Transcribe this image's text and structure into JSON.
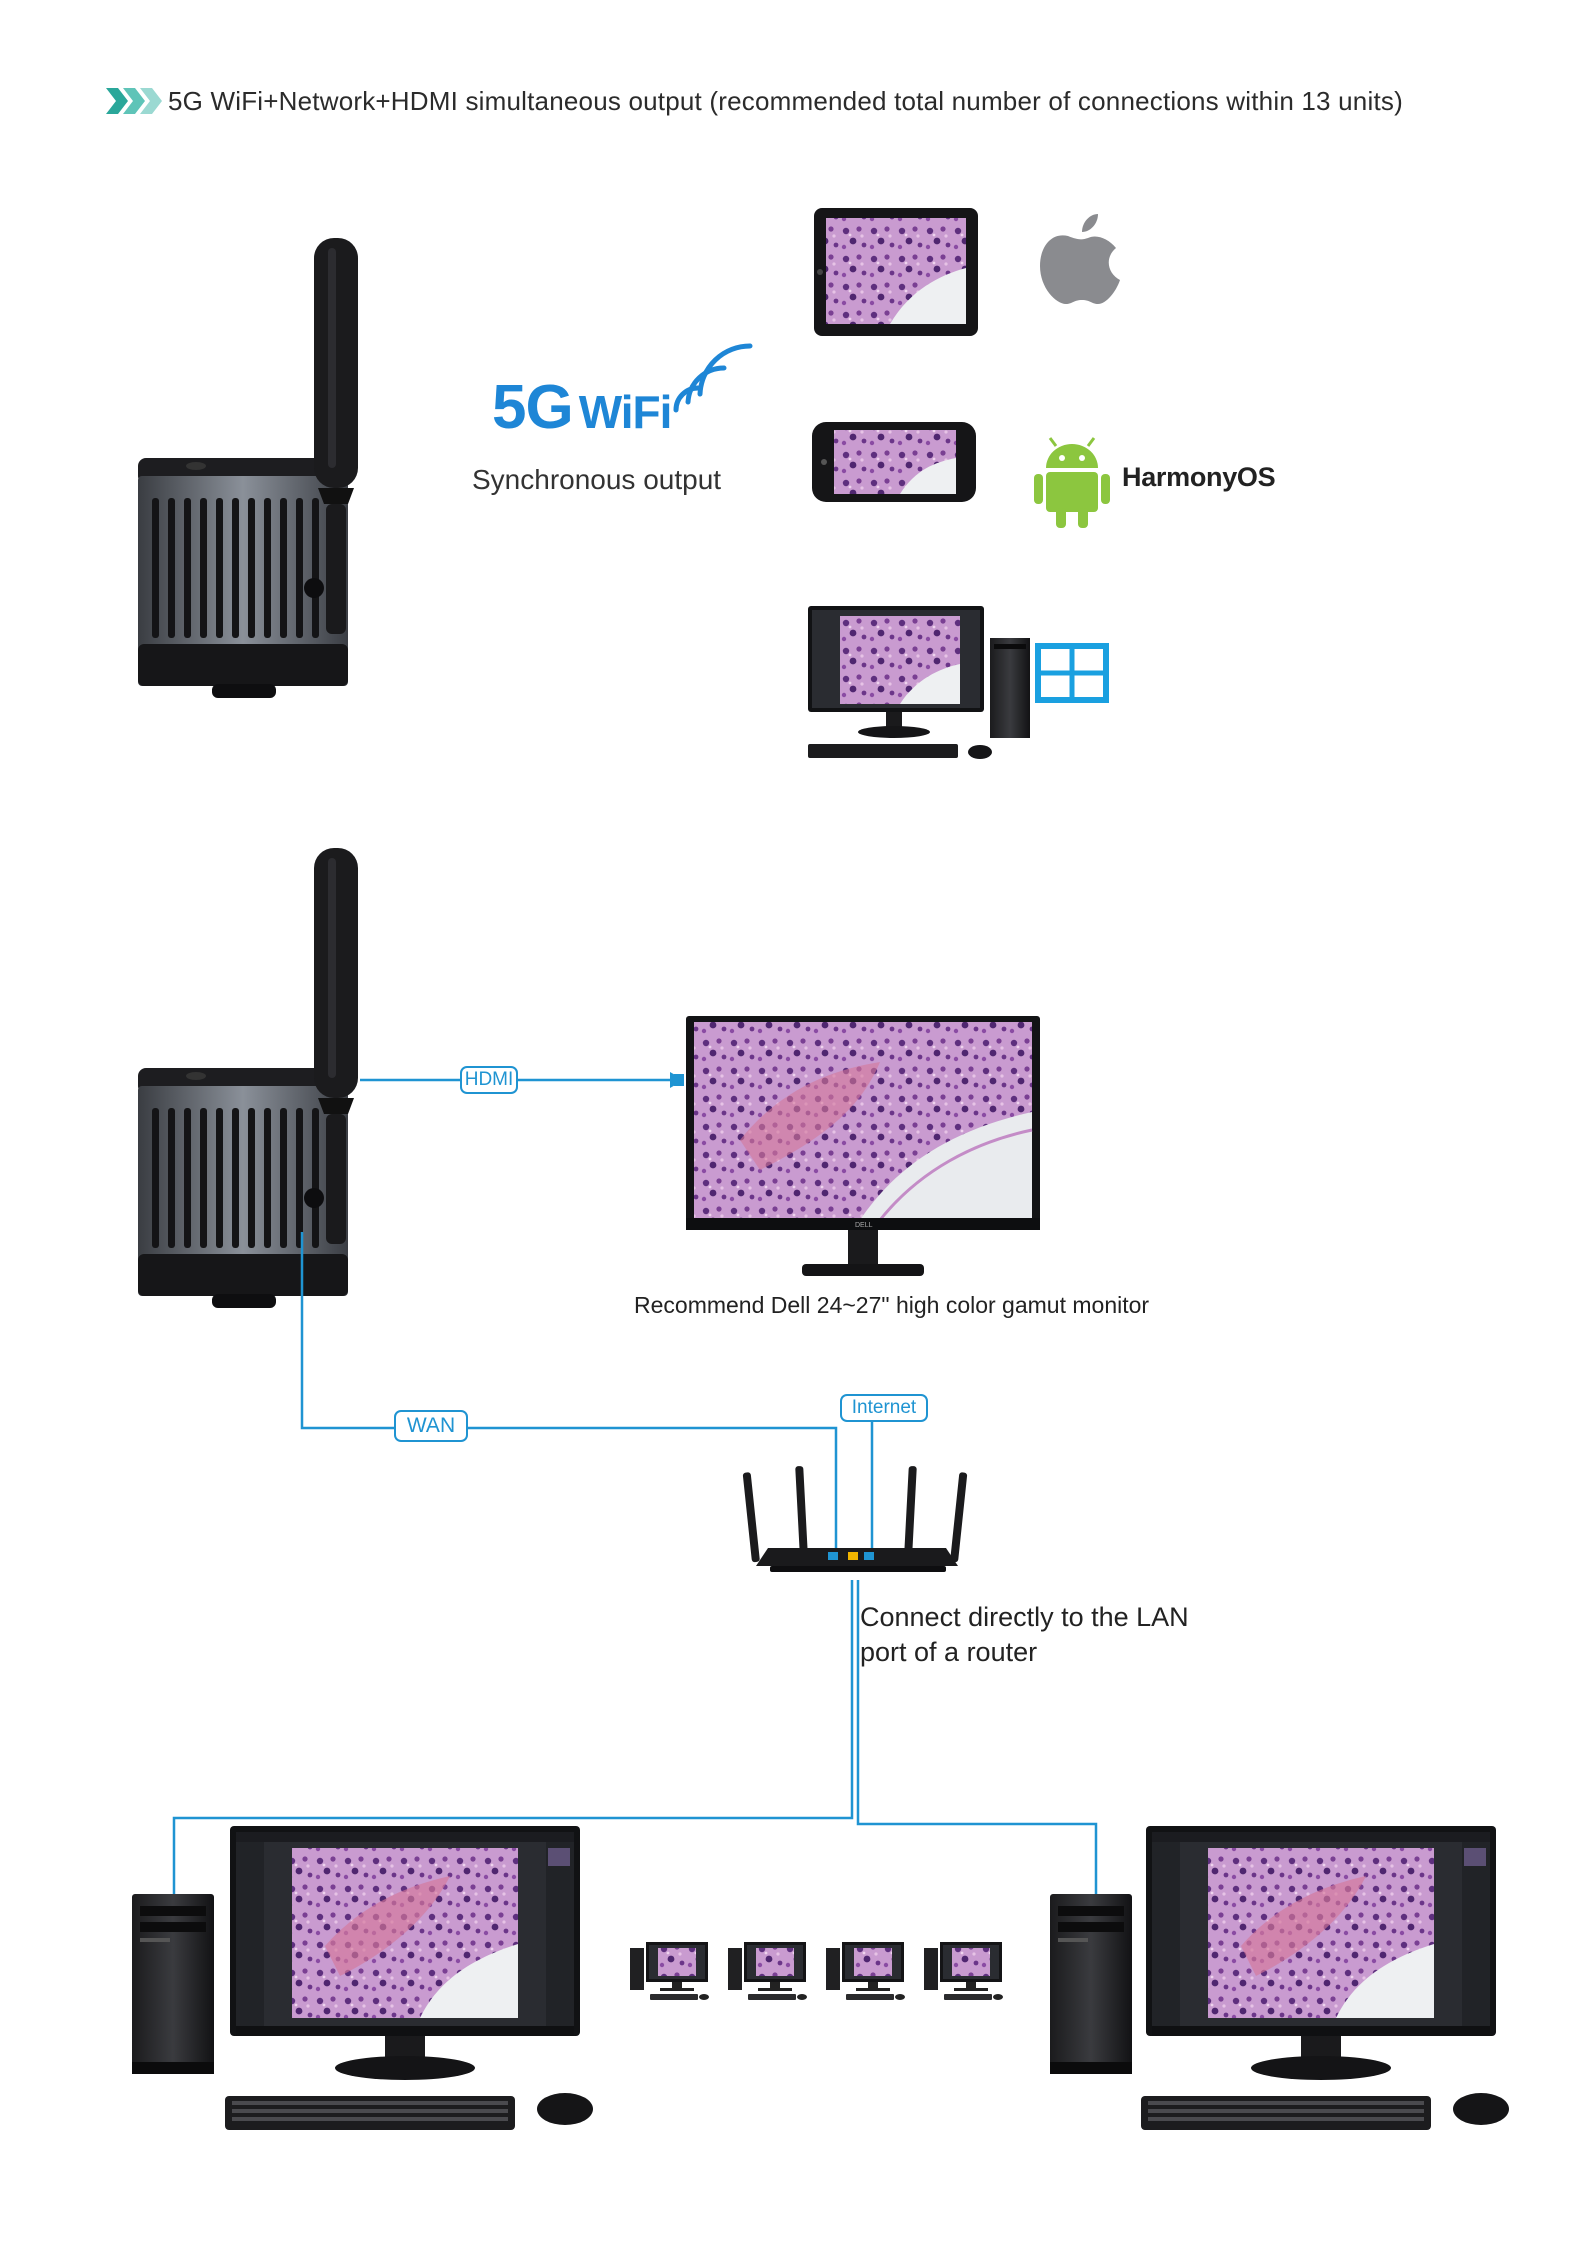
{
  "heading": {
    "text": "5G WiFi+Network+HDMI simultaneous output (recommended total number of connections within 13 units)",
    "chevron_colors": [
      "#2aa79a",
      "#5fc4b8",
      "#9bd9d2"
    ]
  },
  "wifi": {
    "logo_number": "5G",
    "logo_word": "WiFi",
    "caption": "Synchronous output",
    "brand_color": "#1e86d6"
  },
  "os": {
    "harmony_label": "HarmonyOS",
    "apple_icon": "apple-logo-icon",
    "android_icon": "android-robot-icon",
    "windows_icon": "windows-logo-icon",
    "android_color": "#8cc63f",
    "windows_color": "#1aa0e0"
  },
  "connections": {
    "hdmi_label": "HDMI",
    "wan_label": "WAN",
    "internet_label": "Internet",
    "line_color": "#1f94d2"
  },
  "notes": {
    "monitor": "Recommend Dell 24~27\" high color gamut monitor",
    "lan_line1": "Connect directly to the LAN",
    "lan_line2": "port of a router"
  },
  "monitor_brand": "DELL"
}
